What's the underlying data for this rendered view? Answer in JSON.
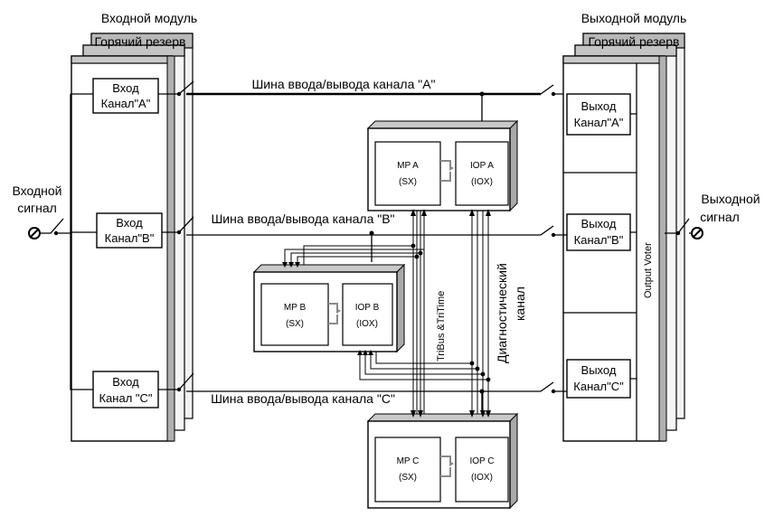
{
  "input_module": {
    "title": "Входной модуль",
    "hot_spare": "Горячий резерв",
    "signal_line1": "Входной",
    "signal_line2": "сигнал",
    "channels": [
      {
        "l1": "Вход",
        "l2": "Канал\"A\""
      },
      {
        "l1": "Вход",
        "l2": "Канал\"B\""
      },
      {
        "l1": "Вход",
        "l2": "Канал \"C\""
      }
    ]
  },
  "output_module": {
    "title": "Выходной модуль",
    "hot_spare": "Горячий резерв",
    "signal_line1": "Выходной",
    "signal_line2": "сигнал",
    "voter": "Output Voter",
    "channels": [
      {
        "l1": "Выход",
        "l2": "Канал\"A\""
      },
      {
        "l1": "Выход",
        "l2": "Канал\"B\""
      },
      {
        "l1": "Выход",
        "l2": "Канал\"C\""
      }
    ]
  },
  "buses": {
    "a": "Шина ввода/вывода канала \"A\"",
    "b": "Шина ввода/вывода канала \"B\"",
    "c": "Шина ввода/вывода канала \"C\""
  },
  "processors": {
    "a": {
      "mp1": "MP A",
      "mp2": "(SX)",
      "iop1": "IOP A",
      "iop2": "(IOX)"
    },
    "b": {
      "mp1": "MP B",
      "mp2": "(SX)",
      "iop1": "IOP B",
      "iop2": "(IOX)"
    },
    "c": {
      "mp1": "MP C",
      "mp2": "(SX)",
      "iop1": "IOP C",
      "iop2": "(IOX)"
    }
  },
  "tribus_label": "TriBus &TriTime",
  "diag_line1": "Диагностический",
  "diag_line2": "канал"
}
